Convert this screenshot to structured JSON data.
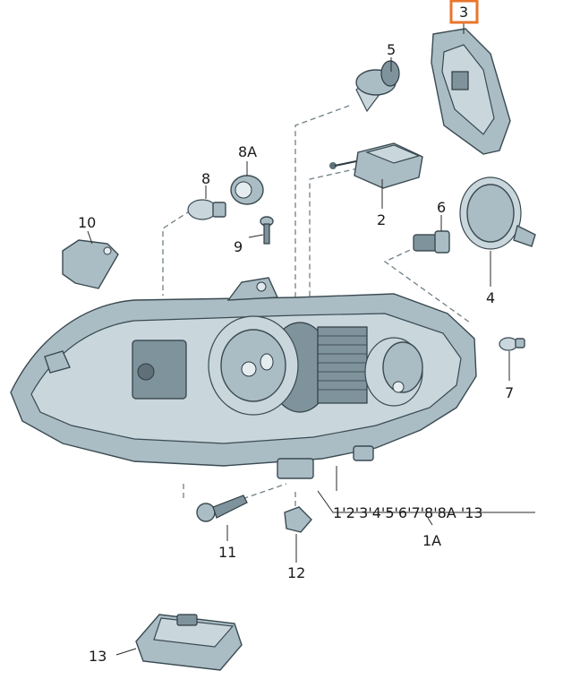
{
  "labels": {
    "p1A": "1A",
    "p2": "2",
    "p3": "3",
    "p4": "4",
    "p5": "5",
    "p7": "7",
    "p6": "6",
    "p8": "8",
    "p8A": "8A",
    "p9": "9",
    "p10": "10",
    "p11": "11",
    "p12": "12",
    "p13": "13"
  },
  "assembly_list": "1'2'3'4'5'6'7'8'8A '13",
  "highlighted_part": "3",
  "colors": {
    "highlight": "#e8762c",
    "part_fill": "#aabcc4",
    "outline": "#3a4a52"
  }
}
